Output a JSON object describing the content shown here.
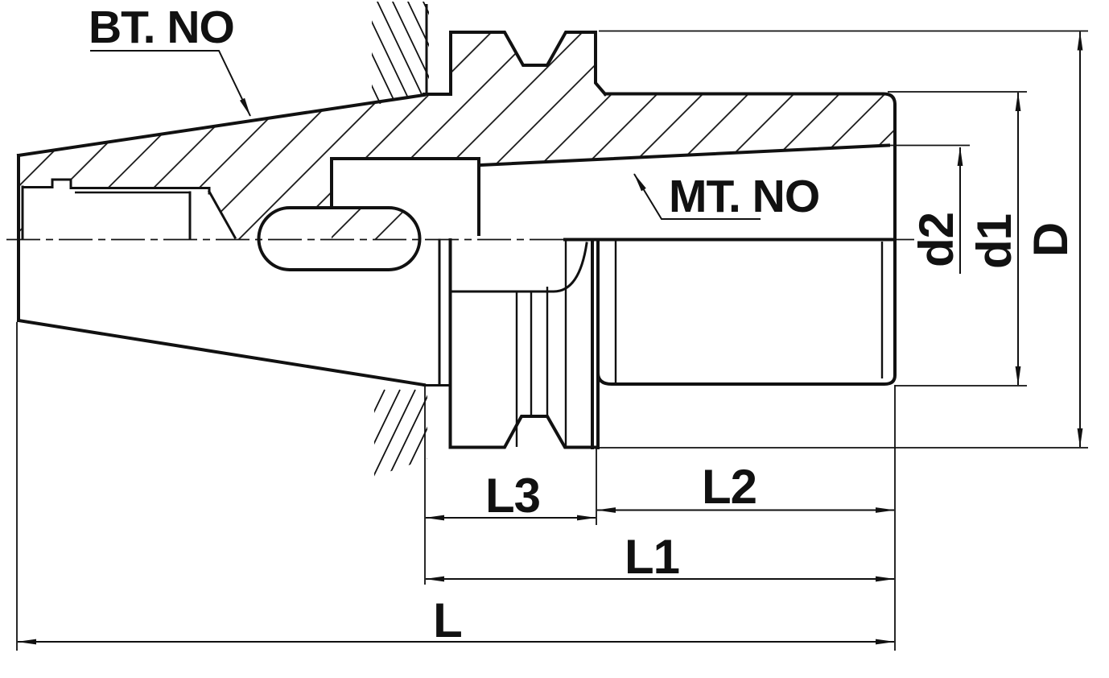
{
  "drawing": {
    "title": "BT shank to Morse taper adapter sleeve - section drawing",
    "ink_color": "#111111",
    "background_color": "#ffffff",
    "callouts": {
      "bt_no": "BT. NO",
      "mt_no": "MT. NO"
    },
    "dimensions": {
      "d2": "d2",
      "d1": "d1",
      "D": "D",
      "L3": "L3",
      "L2": "L2",
      "L1": "L1",
      "L": "L"
    }
  }
}
